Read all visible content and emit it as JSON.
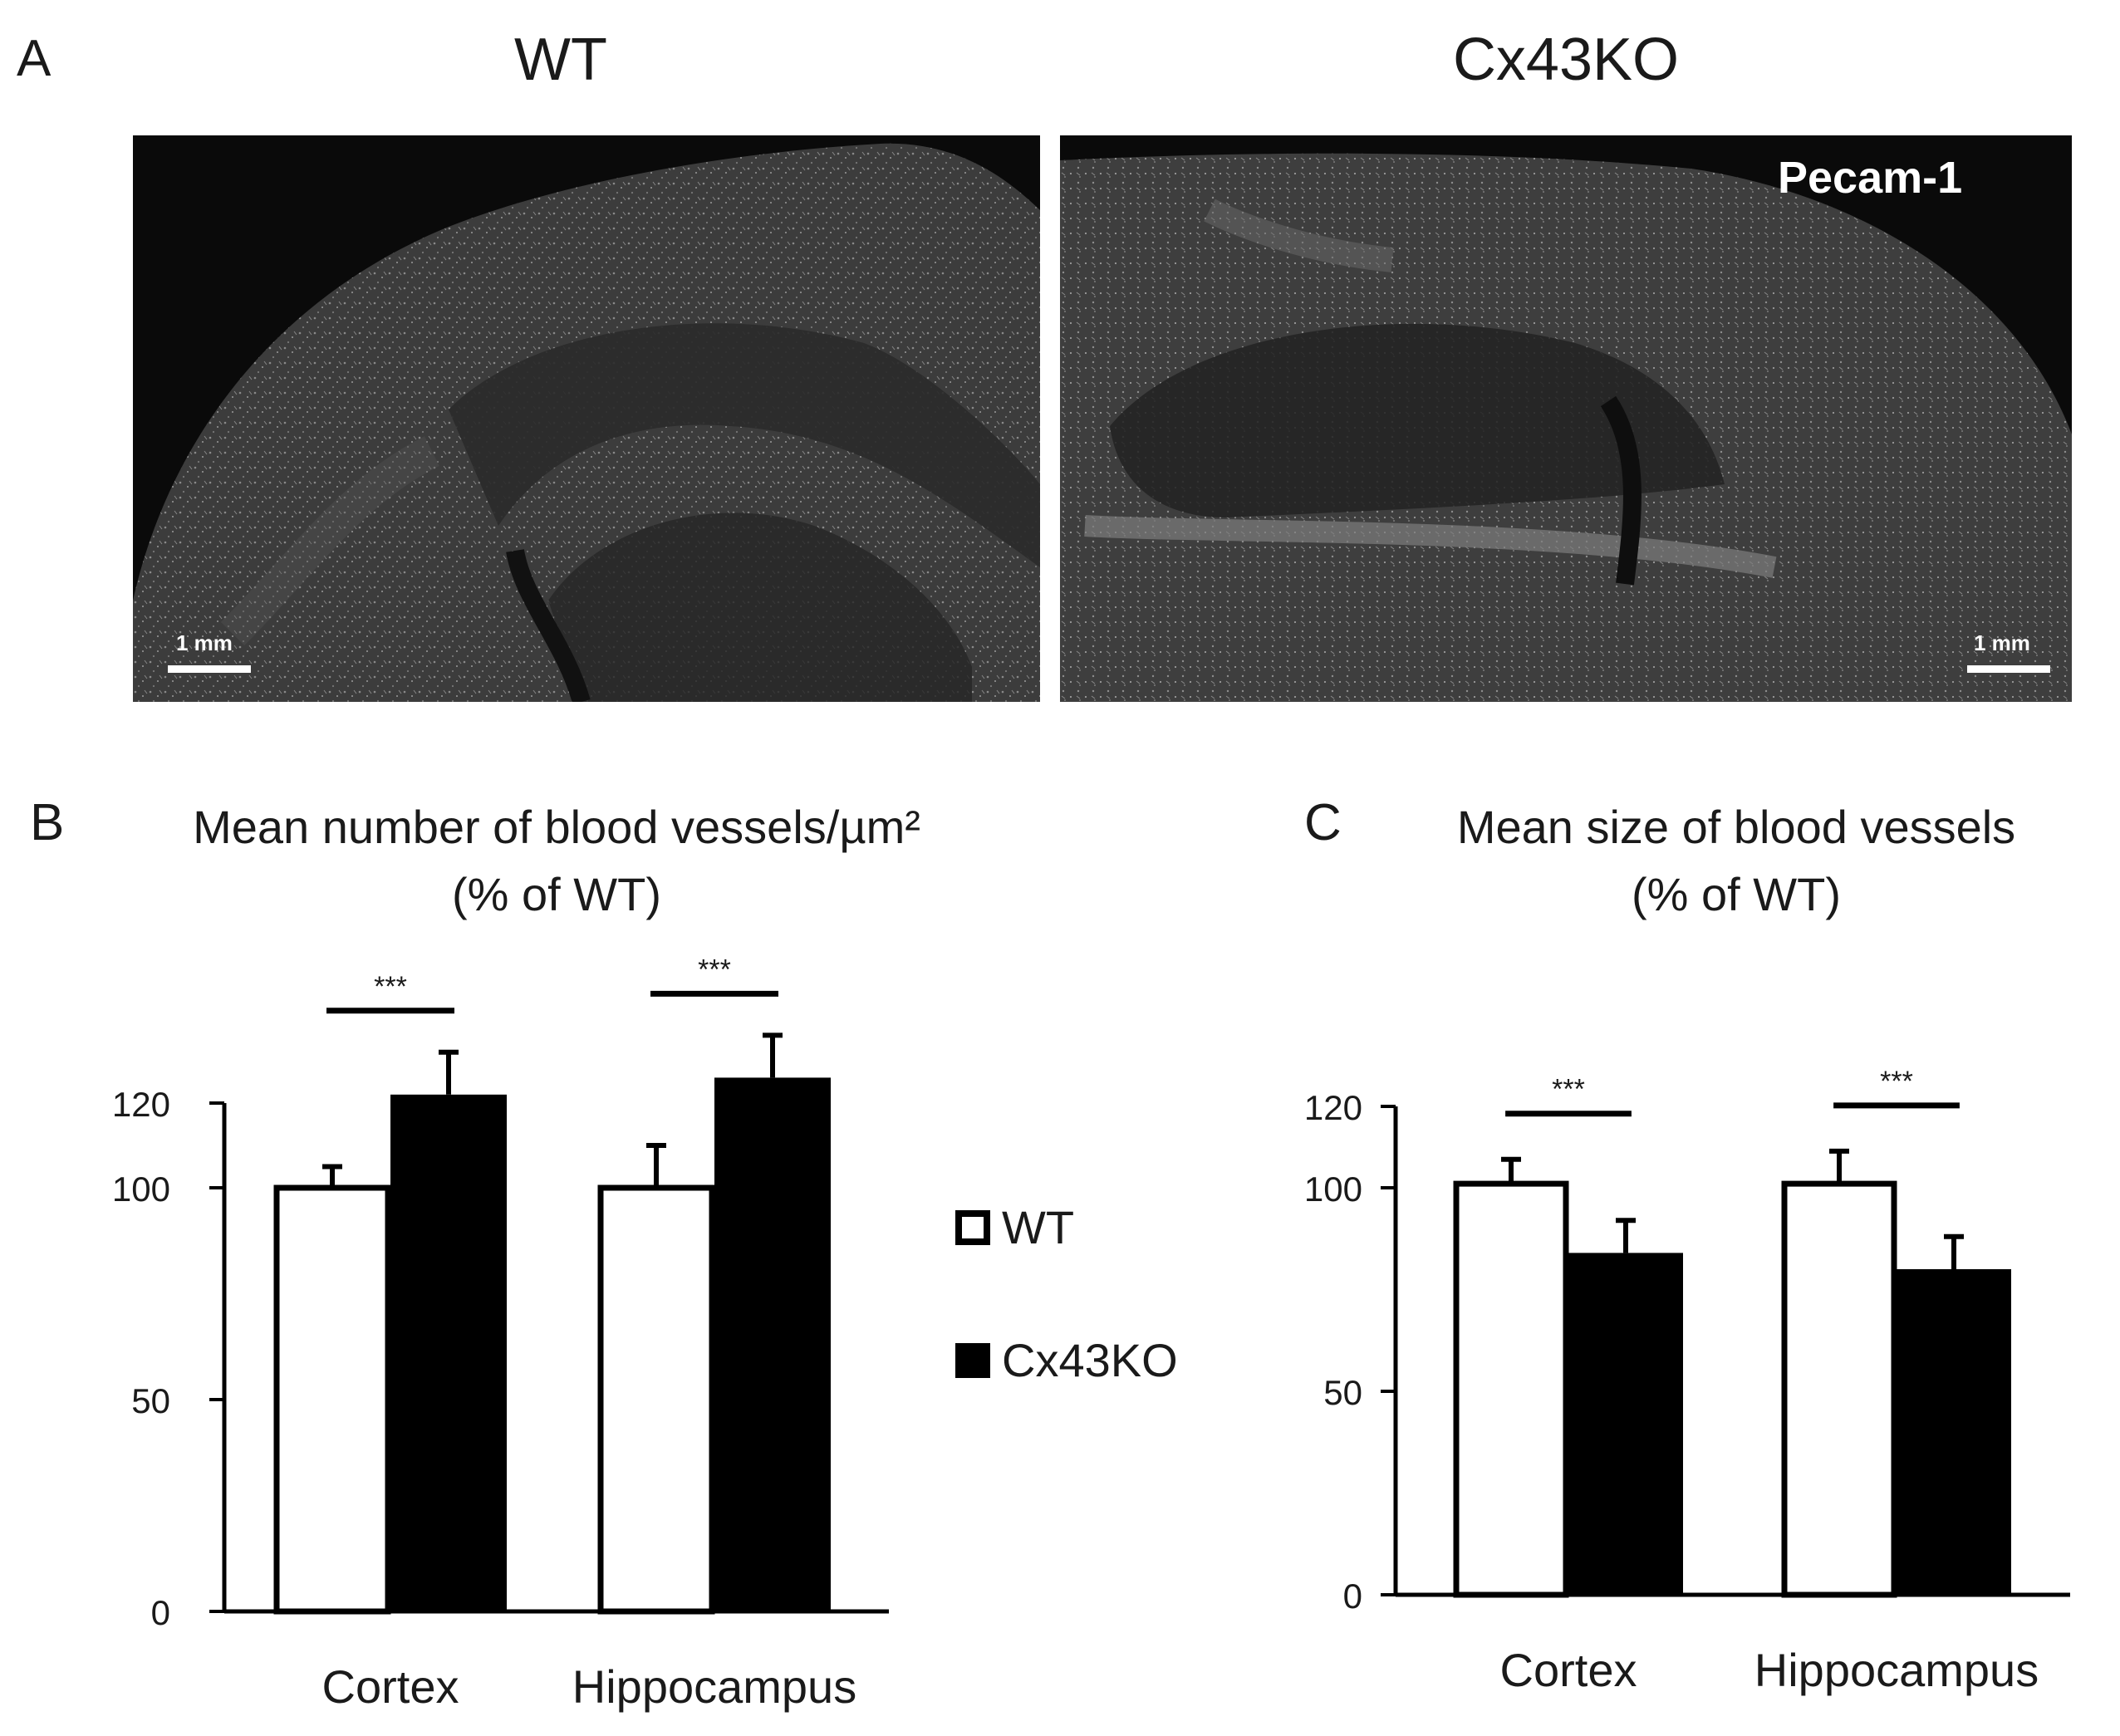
{
  "panel_a": {
    "letter": "A",
    "left_title": "WT",
    "right_title": "Cx43KO",
    "marker_label": "Pecam-1",
    "scale_label_left": "1 mm",
    "scale_label_right": "1 mm"
  },
  "legend": {
    "items": [
      {
        "label": "WT",
        "color": "#ffffff"
      },
      {
        "label": "Cx43KO",
        "color": "#000000"
      }
    ]
  },
  "chart_data": [
    {
      "panel": "B",
      "type": "bar",
      "title": "Mean number of blood vessels/µm²",
      "subtitle": "(% of WT)",
      "categories": [
        "Cortex",
        "Hippocampus"
      ],
      "yticks": [
        0,
        50,
        100,
        120
      ],
      "ylim": [
        0,
        120
      ],
      "series": [
        {
          "name": "WT",
          "color": "#ffffff",
          "values": [
            100,
            100
          ],
          "errors": [
            5,
            10
          ]
        },
        {
          "name": "Cx43KO",
          "color": "#000000",
          "values": [
            122,
            126
          ],
          "errors": [
            10,
            10
          ]
        }
      ],
      "significance": [
        "***",
        "***"
      ]
    },
    {
      "panel": "C",
      "type": "bar",
      "title": "Mean size of blood vessels",
      "subtitle": "(% of WT)",
      "categories": [
        "Cortex",
        "Hippocampus"
      ],
      "yticks": [
        0,
        50,
        100,
        120
      ],
      "ylim": [
        0,
        120
      ],
      "series": [
        {
          "name": "WT",
          "color": "#ffffff",
          "values": [
            101,
            101
          ],
          "errors": [
            6,
            8
          ]
        },
        {
          "name": "Cx43KO",
          "color": "#000000",
          "values": [
            84,
            80
          ],
          "errors": [
            8,
            8
          ]
        }
      ],
      "significance": [
        "***",
        "***"
      ]
    }
  ]
}
